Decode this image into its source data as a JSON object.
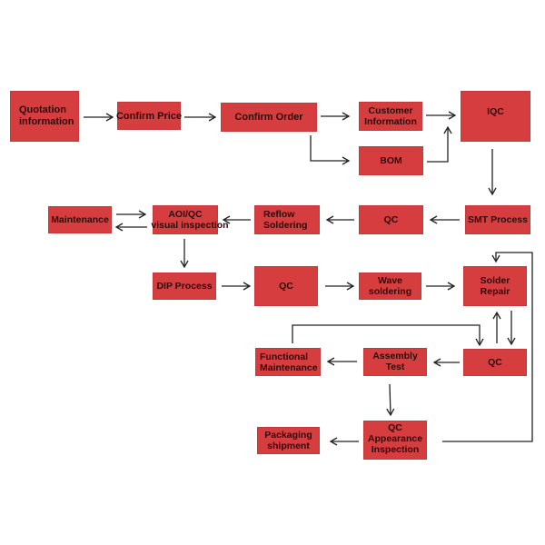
{
  "diagram": {
    "type": "flowchart",
    "title": "PCBA production process flow",
    "colors": {
      "box_fill": "#d63d3f",
      "text": "#2a0a0a",
      "arrow": "#222222",
      "background": "#ffffff"
    },
    "nodes": [
      {
        "id": "quotation",
        "lines": [
          "Quotation",
          "information"
        ]
      },
      {
        "id": "confirm_price",
        "lines": [
          "Confirm Price"
        ]
      },
      {
        "id": "confirm_order",
        "lines": [
          "Confirm Order"
        ]
      },
      {
        "id": "customer_info",
        "lines": [
          "Customer",
          "Information"
        ]
      },
      {
        "id": "bom",
        "lines": [
          "BOM"
        ]
      },
      {
        "id": "iqc",
        "lines": [
          "IQC"
        ]
      },
      {
        "id": "smt",
        "lines": [
          "SMT Process"
        ]
      },
      {
        "id": "qc1",
        "lines": [
          "QC"
        ]
      },
      {
        "id": "reflow",
        "lines": [
          "Reflow",
          "Soldering"
        ]
      },
      {
        "id": "aoi",
        "lines": [
          "AOI/QC",
          "visual inspection"
        ]
      },
      {
        "id": "maintenance",
        "lines": [
          "Maintenance"
        ]
      },
      {
        "id": "dip",
        "lines": [
          "DIP Process"
        ]
      },
      {
        "id": "qc2",
        "lines": [
          "QC"
        ]
      },
      {
        "id": "wave",
        "lines": [
          "Wave",
          "soldering"
        ]
      },
      {
        "id": "solder_repair",
        "lines": [
          "Solder",
          "Repair"
        ]
      },
      {
        "id": "qc3",
        "lines": [
          "QC"
        ]
      },
      {
        "id": "assembly",
        "lines": [
          "Assembly",
          "Test"
        ]
      },
      {
        "id": "functional",
        "lines": [
          "Functional",
          "Maintenance"
        ]
      },
      {
        "id": "qc_appearance",
        "lines": [
          "QC",
          "Appearance",
          "Inspection"
        ]
      },
      {
        "id": "packaging",
        "lines": [
          "Packaging",
          "shipment"
        ]
      }
    ],
    "edges": [
      {
        "from": "quotation",
        "to": "confirm_price"
      },
      {
        "from": "confirm_price",
        "to": "confirm_order"
      },
      {
        "from": "confirm_order",
        "to": "customer_info"
      },
      {
        "from": "confirm_order",
        "to": "bom"
      },
      {
        "from": "customer_info",
        "to": "iqc"
      },
      {
        "from": "bom",
        "to": "iqc"
      },
      {
        "from": "iqc",
        "to": "smt"
      },
      {
        "from": "smt",
        "to": "qc1"
      },
      {
        "from": "qc1",
        "to": "reflow"
      },
      {
        "from": "reflow",
        "to": "aoi"
      },
      {
        "from": "aoi",
        "to": "maintenance"
      },
      {
        "from": "maintenance",
        "to": "aoi"
      },
      {
        "from": "aoi",
        "to": "dip"
      },
      {
        "from": "dip",
        "to": "qc2"
      },
      {
        "from": "qc2",
        "to": "wave"
      },
      {
        "from": "wave",
        "to": "solder_repair"
      },
      {
        "from": "solder_repair",
        "to": "qc3"
      },
      {
        "from": "qc3",
        "to": "solder_repair"
      },
      {
        "from": "qc3",
        "to": "assembly"
      },
      {
        "from": "assembly",
        "to": "functional"
      },
      {
        "from": "functional",
        "to": "qc3"
      },
      {
        "from": "assembly",
        "to": "qc_appearance"
      },
      {
        "from": "qc_appearance",
        "to": "packaging"
      },
      {
        "from": "qc_appearance",
        "to": "solder_repair"
      }
    ]
  }
}
